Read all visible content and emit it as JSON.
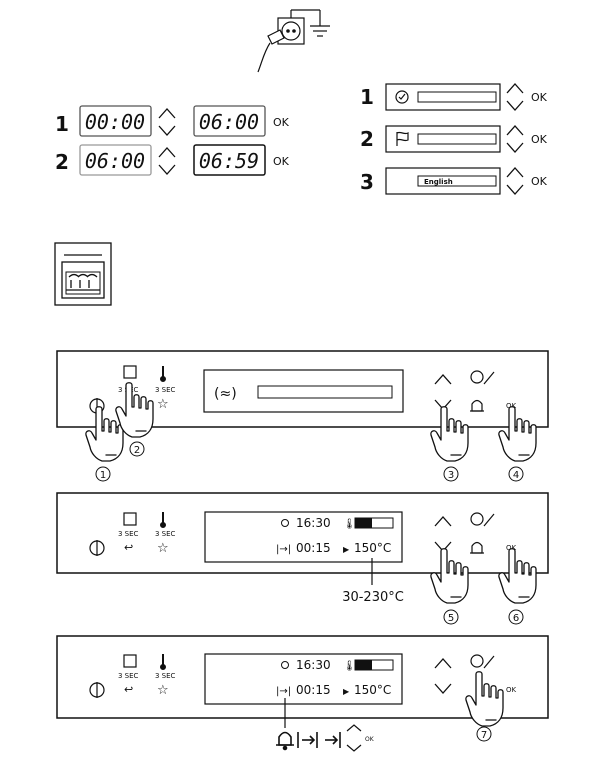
{
  "clock_setup": {
    "steps": [
      {
        "num": "1",
        "from": "00:00",
        "to": "06:00",
        "ok": "OK"
      },
      {
        "num": "2",
        "from": "06:00",
        "to": "06:59",
        "ok": "OK"
      }
    ]
  },
  "menu_setup": {
    "steps": [
      {
        "num": "1",
        "icon": "clock-check-icon",
        "text": "",
        "ok": "OK"
      },
      {
        "num": "2",
        "icon": "flag-icon",
        "text": "",
        "ok": "OK"
      },
      {
        "num": "3",
        "icon": "",
        "text": "English",
        "ok": "OK"
      }
    ]
  },
  "panels": {
    "common": {
      "sec1": "3 SEC",
      "sec2": "3 SEC",
      "ok": "OK"
    },
    "panel2": {
      "time": "16:30",
      "duration": "00:15",
      "temp": "150°C",
      "range": "30-230°C"
    },
    "panel3": {
      "time": "16:30",
      "duration": "00:15",
      "temp": "150°C",
      "ok_small": "OK"
    }
  },
  "callouts": {
    "c1": "1",
    "c2": "2",
    "c3": "3",
    "c4": "4",
    "c5": "5",
    "c6": "6",
    "c7": "7"
  }
}
